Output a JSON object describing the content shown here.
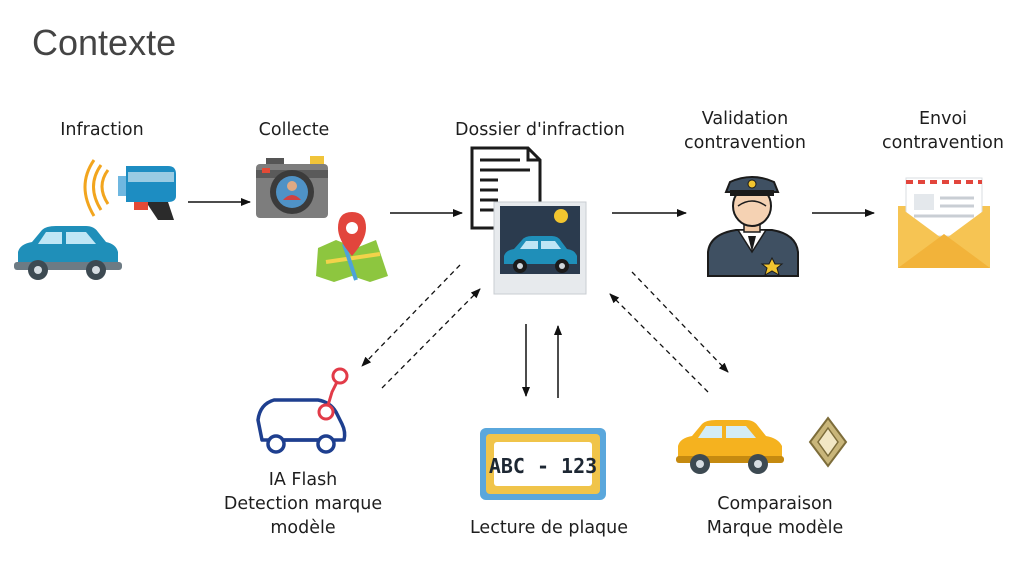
{
  "title": "Contexte",
  "colors": {
    "car_blue": "#1f8fb9",
    "camera_gray": "#7d7d7d",
    "pin_red": "#e2453c",
    "map_green": "#8dc63f",
    "ai_navy": "#1e3f8f",
    "ai_red": "#e23b48",
    "plate_blue": "#5aa7dc",
    "plate_yellow": "#f0c44a",
    "taxi_yellow": "#f5b21f",
    "envelope_yellow": "#f6c453"
  },
  "steps": [
    {
      "id": "infraction",
      "label_lines": [
        "Infraction"
      ],
      "icons": [
        "radar-gun-icon",
        "blue-car-icon"
      ]
    },
    {
      "id": "collecte",
      "label_lines": [
        "Collecte"
      ],
      "icons": [
        "camera-icon",
        "map-pin-icon"
      ]
    },
    {
      "id": "dossier",
      "label_lines": [
        "Dossier d'infraction"
      ],
      "icons": [
        "document-icon",
        "car-photo-icon"
      ]
    },
    {
      "id": "validation",
      "label_lines": [
        "Validation",
        "contravention"
      ],
      "icons": [
        "police-officer-icon"
      ]
    },
    {
      "id": "envoi",
      "label_lines": [
        "Envoi",
        "contravention"
      ],
      "icons": [
        "envelope-icon"
      ]
    }
  ],
  "services": [
    {
      "id": "ia_flash",
      "label_lines": [
        "IA Flash",
        "Detection marque",
        "modèle"
      ],
      "icons": [
        "ai-car-icon"
      ]
    },
    {
      "id": "lecture",
      "label_lines": [
        "Lecture de plaque"
      ],
      "icons": [
        "license-plate-icon"
      ],
      "plate_text": "ABC - 123"
    },
    {
      "id": "comparaison",
      "label_lines": [
        "Comparaison",
        "Marque modèle"
      ],
      "icons": [
        "yellow-car-icon",
        "renault-logo-icon"
      ]
    }
  ]
}
